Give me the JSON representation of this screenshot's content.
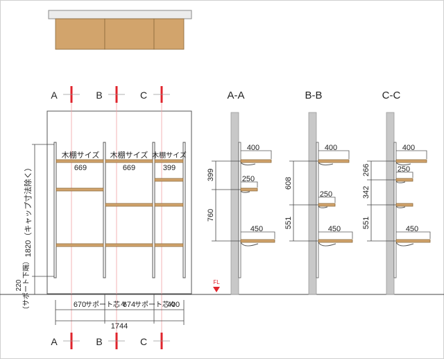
{
  "colors": {
    "wood": "#d2a46c",
    "wood_edge": "#8a6a3c",
    "cut_line": "#e0242c",
    "wall": "#c8c8c8",
    "floor_marker": "#e0242c",
    "dim_line": "#333333"
  },
  "sections": {
    "marker_a": "A",
    "marker_b": "B",
    "marker_c": "C",
    "title_aa": "A-A",
    "title_bb": "B-B",
    "title_cc": "C-C"
  },
  "front": {
    "shelf_label_1": "木棚サイズ",
    "shelf_label_2": "木棚サイズ",
    "shelf_label_3": "木棚サイズ",
    "shelf_size_1": "669",
    "shelf_size_2": "669",
    "shelf_size_3": "399",
    "dim_height": "1820（キャップ寸法除く）",
    "dim_bottom": "220\n（サポート下端）",
    "dim_bottom_1": "220",
    "dim_bottom_2": "（サポート下端）",
    "bottom_w1": "670",
    "bottom_w2": "674",
    "bottom_w3": "400",
    "support_label_1": "サポート芯々",
    "support_label_2": "サポート芯々",
    "total_width": "1744"
  },
  "aa": {
    "shelf_top": "400",
    "shelf_mid": "250",
    "shelf_low": "450",
    "gap_1": "399",
    "gap_2": "760"
  },
  "bb": {
    "shelf_top": "400",
    "shelf_mid": "250",
    "shelf_low": "450",
    "gap_1": "608",
    "gap_2": "551"
  },
  "cc": {
    "shelf_top": "400",
    "shelf_mid": "250",
    "shelf_low": "450",
    "gap_1": "266",
    "gap_2": "342",
    "gap_3": "551"
  },
  "floor_label": "FL"
}
